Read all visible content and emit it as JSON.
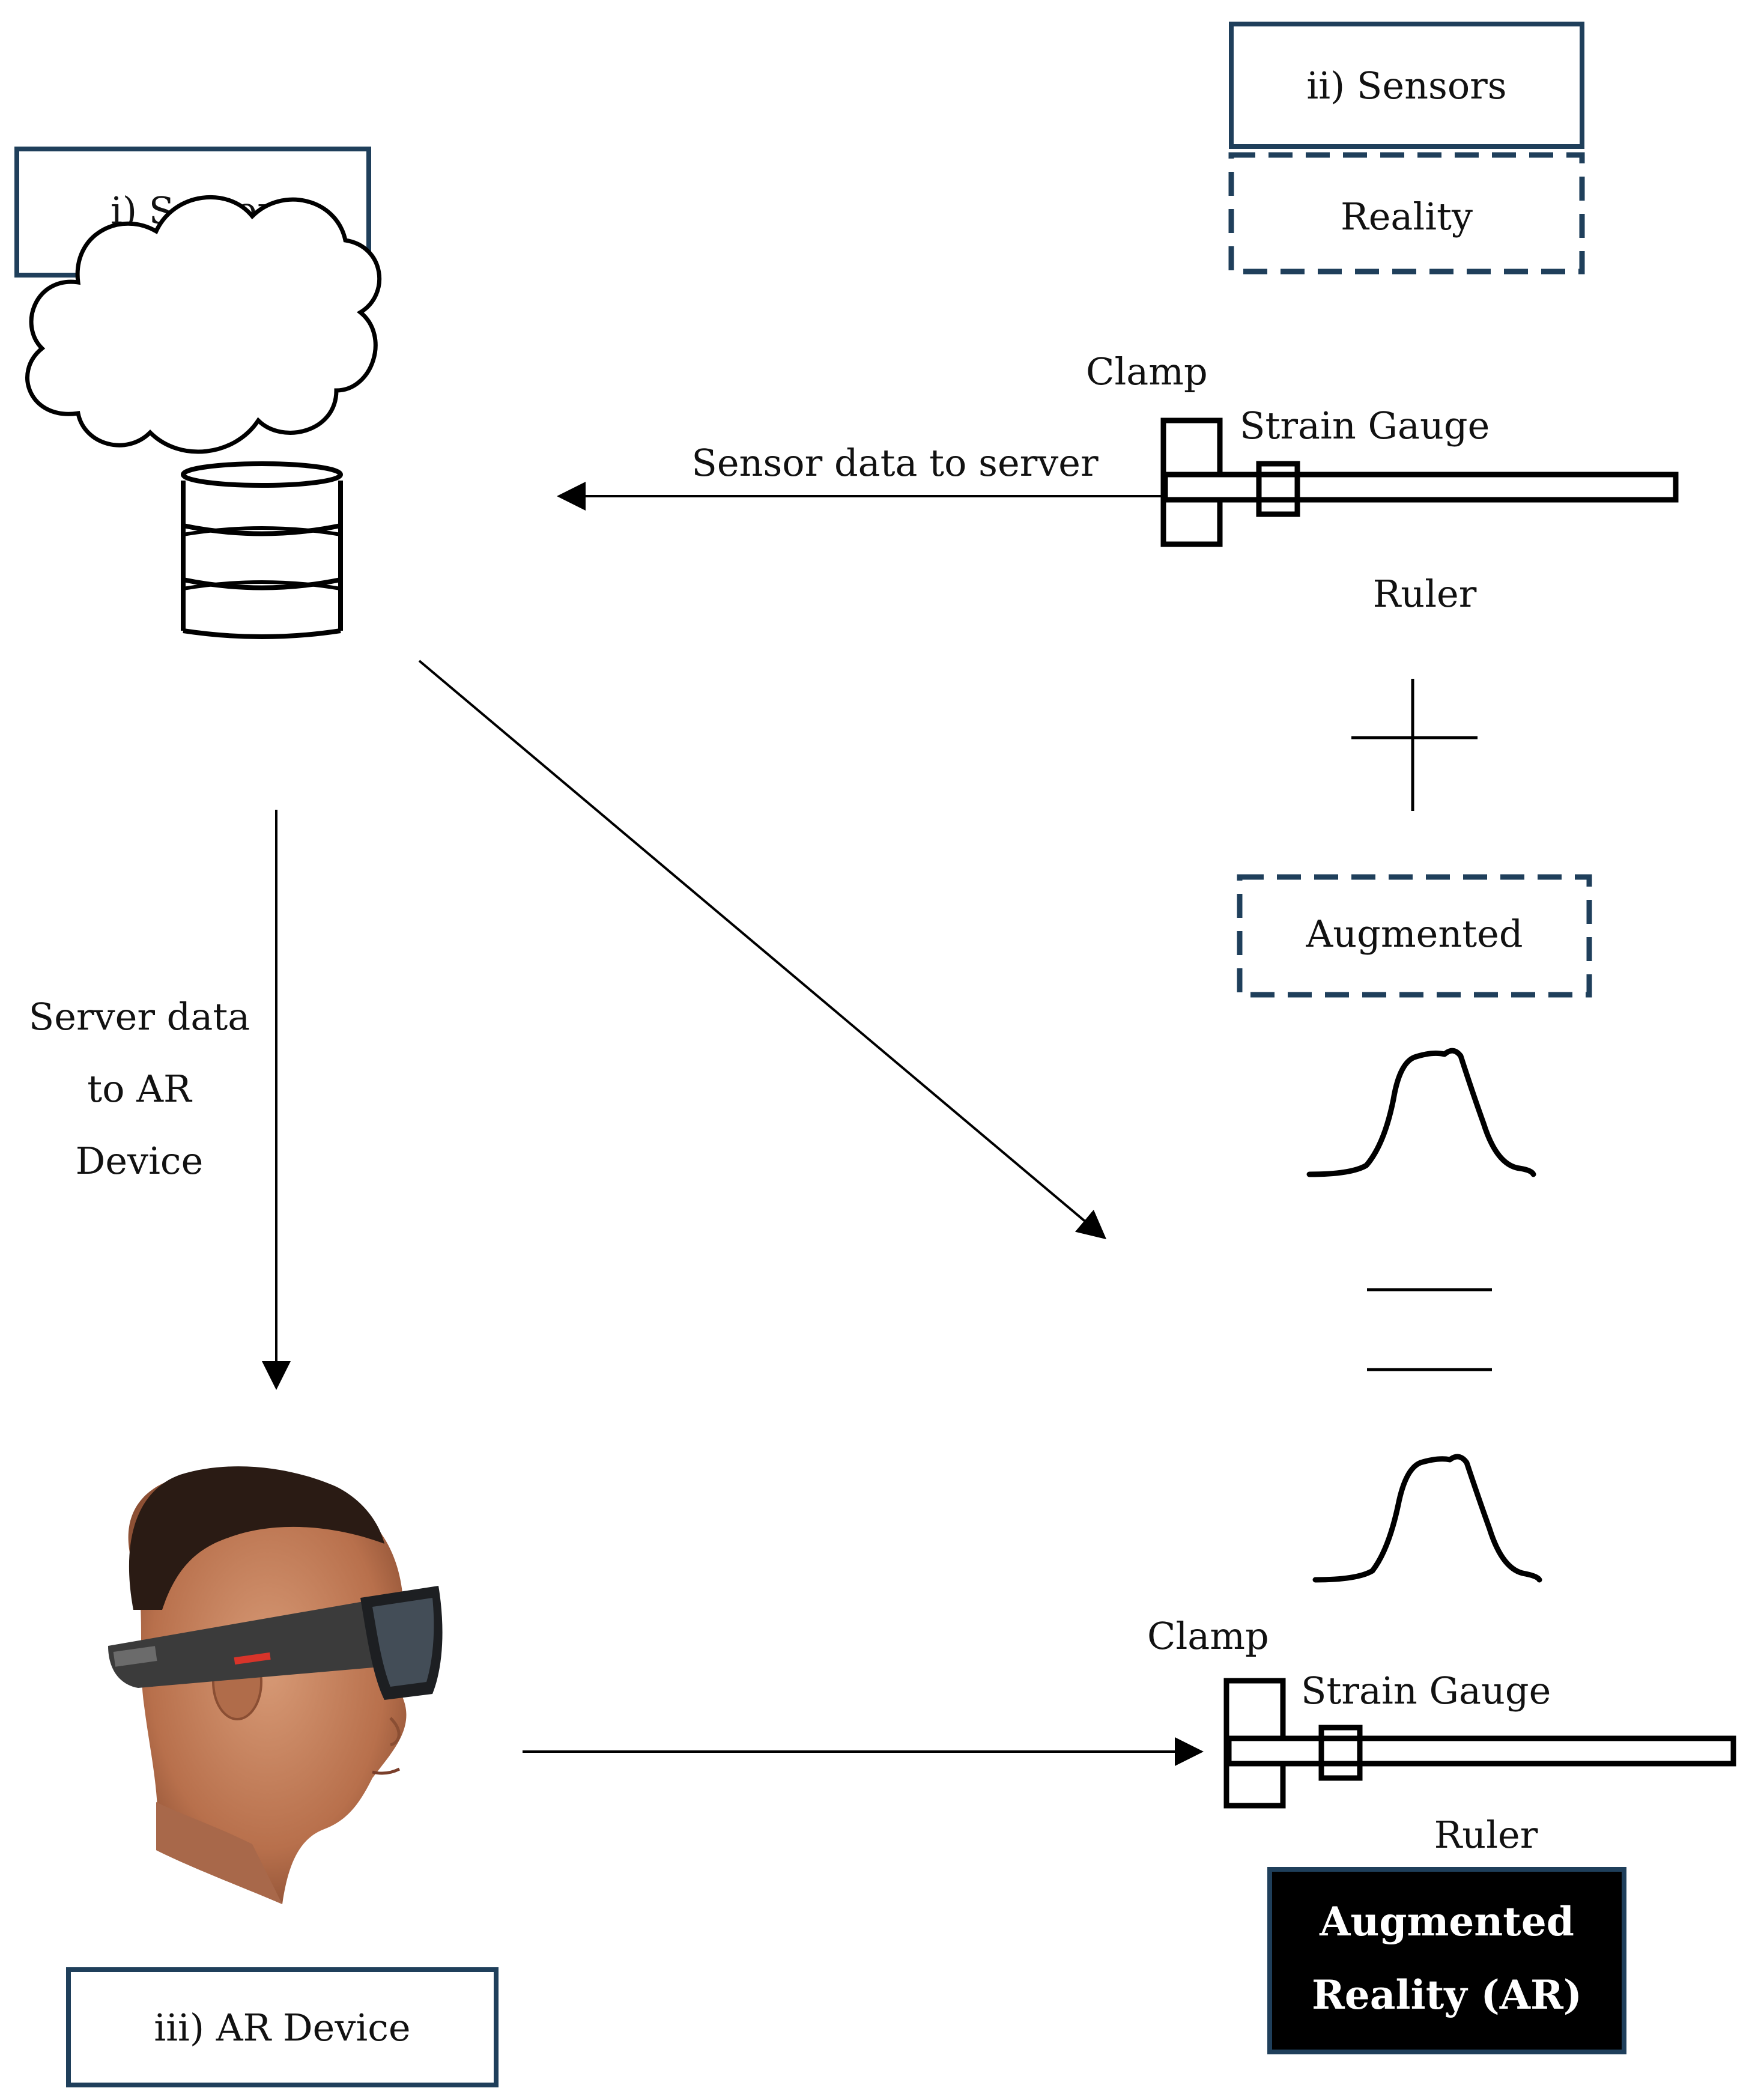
{
  "colors": {
    "box_border": "#1f3f5b",
    "line": "#000000",
    "ar_box_fill": "#000000",
    "ar_box_text": "#ffffff",
    "background": "#ffffff"
  },
  "components": {
    "server": {
      "label": "i) Server",
      "icon": "cloud-database-icon"
    },
    "sensors": {
      "label": "ii) Sensors"
    },
    "reality": {
      "label": "Reality"
    },
    "augmented": {
      "label": "Augmented"
    },
    "ar_device": {
      "label": "iii) AR Device",
      "image": "person-wearing-ar-headset"
    },
    "augmented_reality": {
      "line1": "Augmented",
      "line2": "Reality (AR)"
    }
  },
  "sensor_setup_top": {
    "clamp": "Clamp",
    "strain_gauge": "Strain Gauge",
    "ruler": "Ruler"
  },
  "sensor_setup_bottom": {
    "clamp": "Clamp",
    "strain_gauge": "Strain Gauge",
    "ruler": "Ruler"
  },
  "arrows": {
    "sensor_to_server": "Sensor data to server",
    "server_to_ar": {
      "line1": "Server data",
      "line2": "to AR",
      "line3": "Device"
    }
  },
  "operators": {
    "plus": "plus-icon",
    "equals": "equals-icon"
  }
}
